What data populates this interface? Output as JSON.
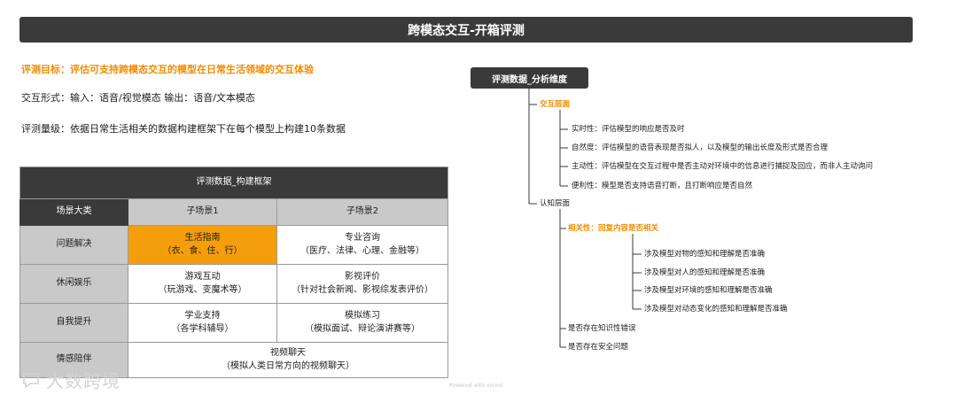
{
  "title": "跨模态交互-开箱评测",
  "info": {
    "goal": "评测目标：评估可支持跨模态交互的模型在日常生活领域的交互体验",
    "form": "交互形式：输入：语音/视觉模态   输出：语音/文本模态",
    "volume": "评测量级：依据日常生活相关的数据构建框架下在每个模型上构建10条数据"
  },
  "table": {
    "title": "评测数据_构建框架",
    "headers": [
      "场景大类",
      "子场景1",
      "子场景2"
    ],
    "rows": [
      {
        "category": "问题解决",
        "sub1": "生活指南",
        "sub1_detail": "（衣、食、住、行）",
        "sub2": "专业咨询",
        "sub2_detail": "（医疗、法律、心理、金融等）"
      },
      {
        "category": "休闲娱乐",
        "sub1": "游戏互动",
        "sub1_detail": "（玩游戏、变魔术等）",
        "sub2": "影视评价",
        "sub2_detail": "（针对社会新闻、影视综发表评价）"
      },
      {
        "category": "自我提升",
        "sub1": "学业支持",
        "sub1_detail": "（各学科辅导）",
        "sub2": "模拟练习",
        "sub2_detail": "（模拟面试、辩论演讲赛等）"
      },
      {
        "category": "情感陪伴",
        "merged": "视频聊天",
        "merged_detail": "（模拟人类日常方向的视频聊天）"
      }
    ],
    "highlight_color": "#f59e0b"
  },
  "tree": {
    "root": "评测数据_分析维度",
    "branch1": {
      "label": "交互层面",
      "items": [
        "实时性：评估模型的响应是否及时",
        "自然度：评估模型的语音表现是否拟人，以及模型的输出长度及形式是否合理",
        "主动性：评估模型在交互过程中是否主动对环境中的信息进行捕捉及回应，而非人主动询问",
        "便利性：模型是否支持语音打断，且打断响应是否自然"
      ]
    },
    "branch2": {
      "label": "认知层面",
      "relevance": {
        "label": "相关性：回复内容是否相关",
        "items": [
          "涉及模型对物的感知和理解是否准确",
          "涉及模型对人的感知和理解是否准确",
          "涉及模型对环境的感知和理解是否准确",
          "涉及模型对动态变化的感知和理解是否准确"
        ]
      },
      "others": [
        "是否存在知识性错误",
        "是否存在安全问题"
      ]
    },
    "accent_color": "#f08c00"
  },
  "watermark": "大数跨境",
  "footer": "Powered with xmind"
}
